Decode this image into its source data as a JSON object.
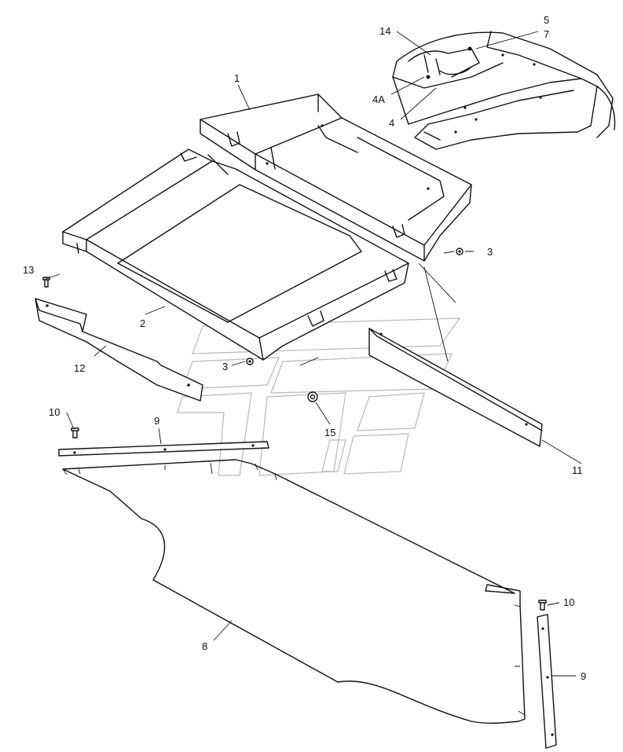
{
  "callouts": {
    "c1": "1",
    "c2": "2",
    "c3a": "3",
    "c3b": "3",
    "c4": "4",
    "c4a": "4A",
    "c5": "5",
    "c7": "7",
    "c8": "8",
    "c9a": "9",
    "c9b": "9",
    "c10a": "10",
    "c10b": "10",
    "c11": "11",
    "c12": "12",
    "c13": "13",
    "c14": "14",
    "c15": "15"
  },
  "colors": {
    "line": "#111111",
    "watermark": "#b8b8b8",
    "background": "#ffffff"
  }
}
